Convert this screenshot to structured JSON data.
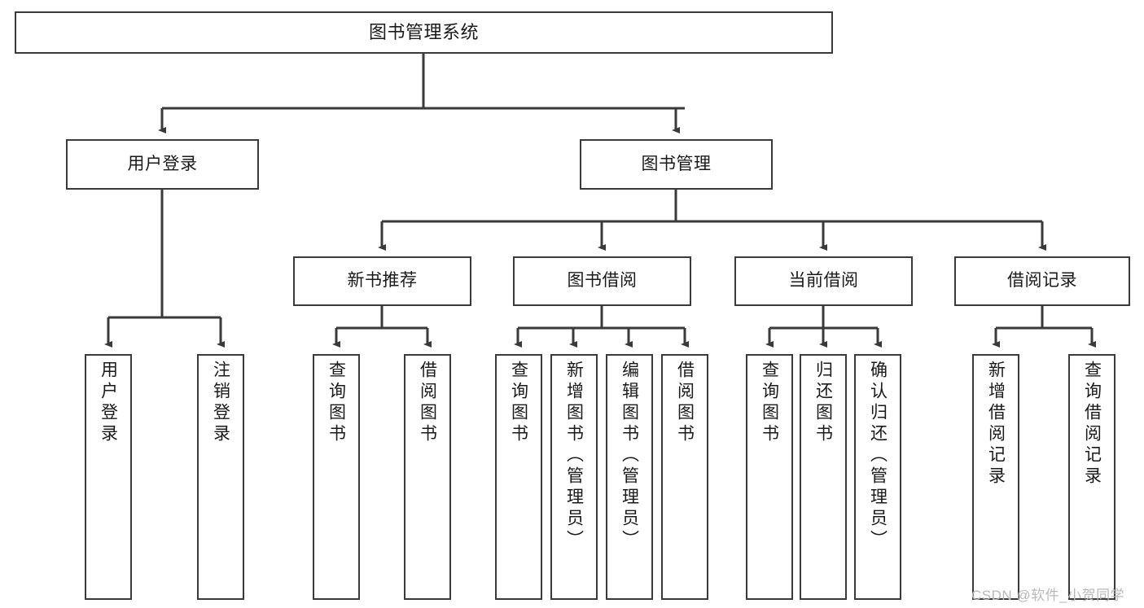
{
  "diagram": {
    "title": "图书管理系统",
    "type": "tree-hierarchy",
    "orientation": "top-down",
    "colors": {
      "box_border": "#3a3a3a",
      "box_fill": "#ffffff",
      "edge": "#3a3a3a",
      "text": "#1a1a1a",
      "watermark": "#b9b9b9"
    }
  },
  "nodes": {
    "root": {
      "label": "图书管理系统"
    },
    "level2": [
      {
        "id": "user-login",
        "label": "用户登录"
      },
      {
        "id": "book-management",
        "label": "图书管理"
      }
    ],
    "level3": [
      {
        "id": "new-book-recommend",
        "label": "新书推荐"
      },
      {
        "id": "book-borrow",
        "label": "图书借阅"
      },
      {
        "id": "current-borrow",
        "label": "当前借阅"
      },
      {
        "id": "borrow-record",
        "label": "借阅记录"
      }
    ],
    "leaves": {
      "user-login": [
        {
          "id": "leaf-user-login",
          "label": "用户登录"
        },
        {
          "id": "leaf-logout-login",
          "label": "注销登录"
        }
      ],
      "new-book-recommend": [
        {
          "id": "leaf-query-book-1",
          "label": "查询图书"
        },
        {
          "id": "leaf-borrow-book-1",
          "label": "借阅图书"
        }
      ],
      "book-borrow": [
        {
          "id": "leaf-query-book-2",
          "label": "查询图书"
        },
        {
          "id": "leaf-add-book-admin",
          "label": "新增图书（管理员）"
        },
        {
          "id": "leaf-edit-book-admin",
          "label": "编辑图书（管理员）"
        },
        {
          "id": "leaf-borrow-book-2",
          "label": "借阅图书"
        }
      ],
      "current-borrow": [
        {
          "id": "leaf-query-book-3",
          "label": "查询图书"
        },
        {
          "id": "leaf-return-book",
          "label": "归还图书"
        },
        {
          "id": "leaf-confirm-return-admin",
          "label": "确认归还（管理员）"
        }
      ],
      "borrow-record": [
        {
          "id": "leaf-add-borrow-record",
          "label": "新增借阅记录"
        },
        {
          "id": "leaf-query-borrow-record",
          "label": "查询借阅记录"
        }
      ]
    }
  },
  "watermark": {
    "text": "CSDN @软件_小贺同学"
  }
}
